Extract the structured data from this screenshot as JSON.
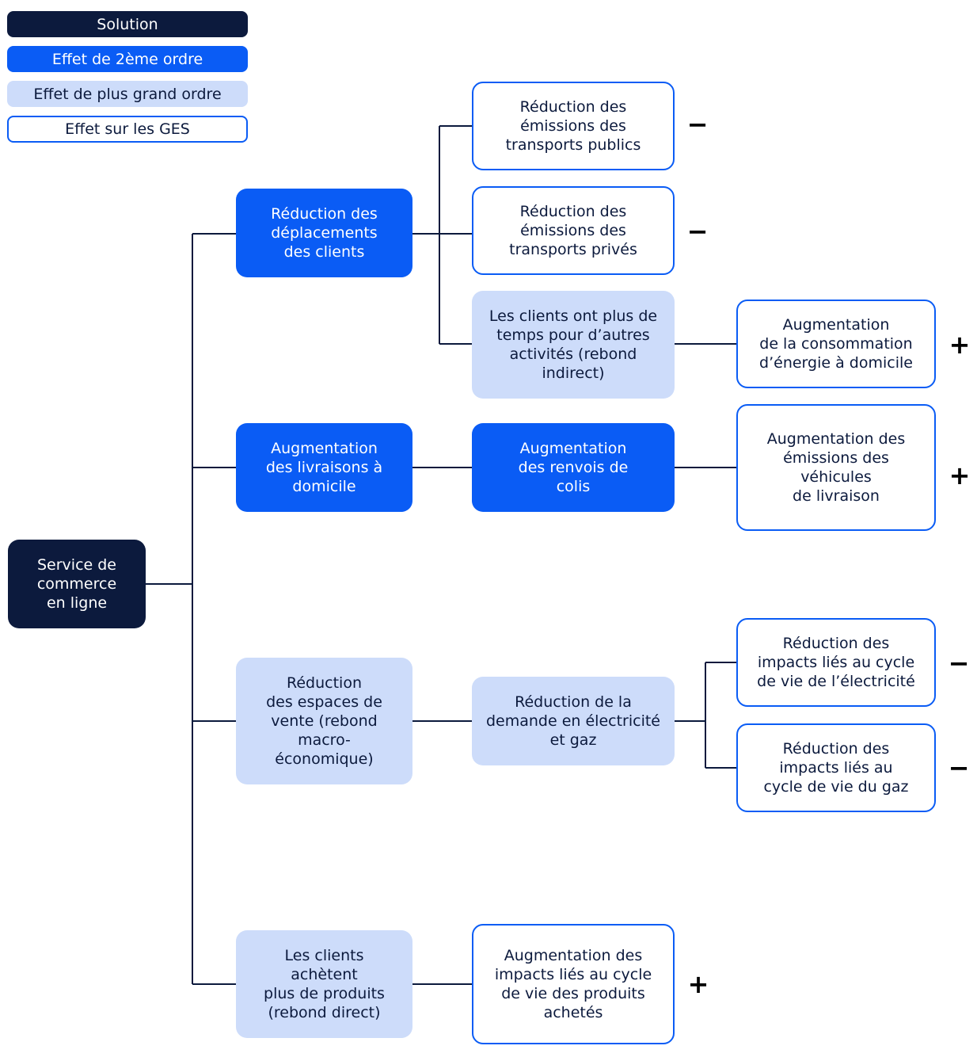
{
  "legend": {
    "solution": "Solution",
    "second_order": "Effet de 2ème ordre",
    "higher_order": "Effet de plus grand ordre",
    "ges": "Effet sur les GES"
  },
  "colors": {
    "solution": "#0c1a3d",
    "second_order": "#0a5cf5",
    "higher_order": "#cddcfa",
    "ges_border": "#0a5cf5",
    "line": "#0c1a3d"
  },
  "nodes": {
    "root": "Service de\ncommerce\nen ligne",
    "reduction_deplacements": "Réduction des\ndéplacements\ndes clients",
    "emissions_publics": "Réduction des\némissions des\ntransports publics",
    "emissions_prives": "Réduction des\némissions des\ntransports privés",
    "temps_activites": "Les clients ont plus de\ntemps pour d’autres\nactivités (rebond\nindirect)",
    "consommation_domicile": "Augmentation\nde la consommation\nd’énergie à domicile",
    "livraisons_domicile": "Augmentation\ndes livraisons à\ndomicile",
    "renvois_colis": "Augmentation\ndes renvois de\ncolis",
    "emissions_vehicules": "Augmentation des\némissions des\nvéhicules\nde livraison",
    "espaces_vente": "Réduction\ndes espaces de\nvente (rebond\nmacro-\néconomique)",
    "demande_elec_gaz": "Réduction de la\ndemande en électricité\net gaz",
    "cycle_electricite": "Réduction des\nimpacts liés au cycle\nde vie de l’électricité",
    "cycle_gaz": "Réduction des\nimpacts liés au\ncycle de vie du gaz",
    "achetent_plus": "Les clients\nachètent\nplus de produits\n(rebond direct)",
    "cycle_produits": "Augmentation des\nimpacts liés au cycle\nde vie des produits\nachetés"
  },
  "signs": {
    "emissions_publics": "−",
    "emissions_prives": "−",
    "consommation_domicile": "+",
    "emissions_vehicules": "+",
    "cycle_electricite": "−",
    "cycle_gaz": "−",
    "cycle_produits": "+"
  }
}
